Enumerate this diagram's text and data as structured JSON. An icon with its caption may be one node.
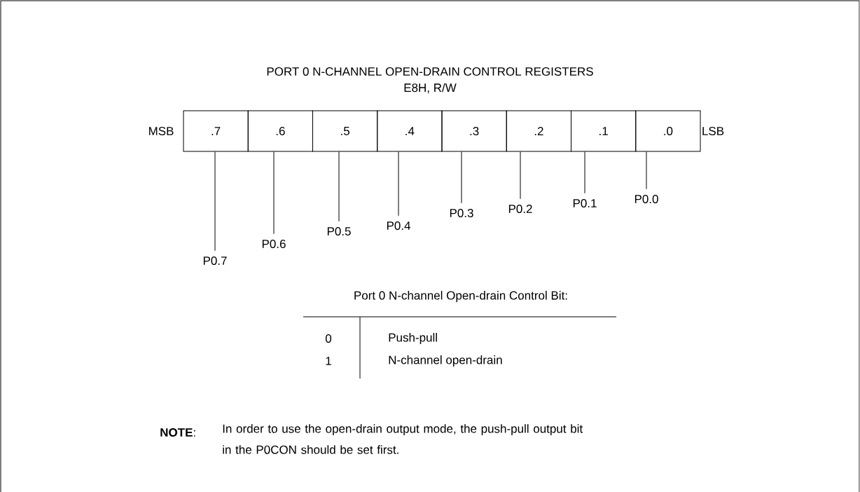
{
  "diagram": {
    "title": "PORT 0 N-CHANNEL OPEN-DRAIN CONTROL REGISTERS",
    "nodes": [
      {
        "text": [
          ".7"
        ]
      },
      {
        "text": [
          ".6"
        ]
      },
      {
        "text": [
          ".5"
        ]
      },
      {
        "text": [
          ".4"
        ]
      },
      {
        "text": [
          ".3"
        ]
      },
      {
        "text": [
          ".2"
        ]
      },
      {
        "text": [
          ".1"
        ]
      },
      {
        "text": [
          ".0"
        ]
      },
      {
        "text": [
          "P0.7"
        ]
      },
      {
        "text": [
          "P0.6"
        ]
      },
      {
        "text": [
          "P0.5"
        ]
      },
      {
        "text": [
          "P0.4"
        ]
      },
      {
        "text": [
          "P0.3"
        ]
      },
      {
        "text": [
          "P0.2"
        ]
      },
      {
        "text": [
          "P0.1"
        ]
      },
      {
        "text": [
          "P0.0"
        ]
      }
    ],
    "edges": [
      {
        "from": 0,
        "to": 8,
        "arrow": "none"
      },
      {
        "from": 1,
        "to": 9,
        "arrow": "none"
      },
      {
        "from": 2,
        "to": 10,
        "arrow": "none"
      },
      {
        "from": 3,
        "to": 11,
        "arrow": "none"
      },
      {
        "from": 4,
        "to": 12,
        "arrow": "none"
      },
      {
        "from": 5,
        "to": 13,
        "arrow": "none"
      },
      {
        "from": 6,
        "to": 14,
        "arrow": "none"
      },
      {
        "from": 7,
        "to": 15,
        "arrow": "none"
      }
    ],
    "labels": [
      "E8H, R/W",
      "MSB",
      "LSB",
      "Port 0 N-channel Open-drain Control Bit:",
      "0",
      "Push-pull",
      "1",
      "N-channel open-drain",
      "**NOTE**:",
      "In order to use the open-drain output mode, the push-pull output bit in the P0CON should be set first."
    ]
  }
}
